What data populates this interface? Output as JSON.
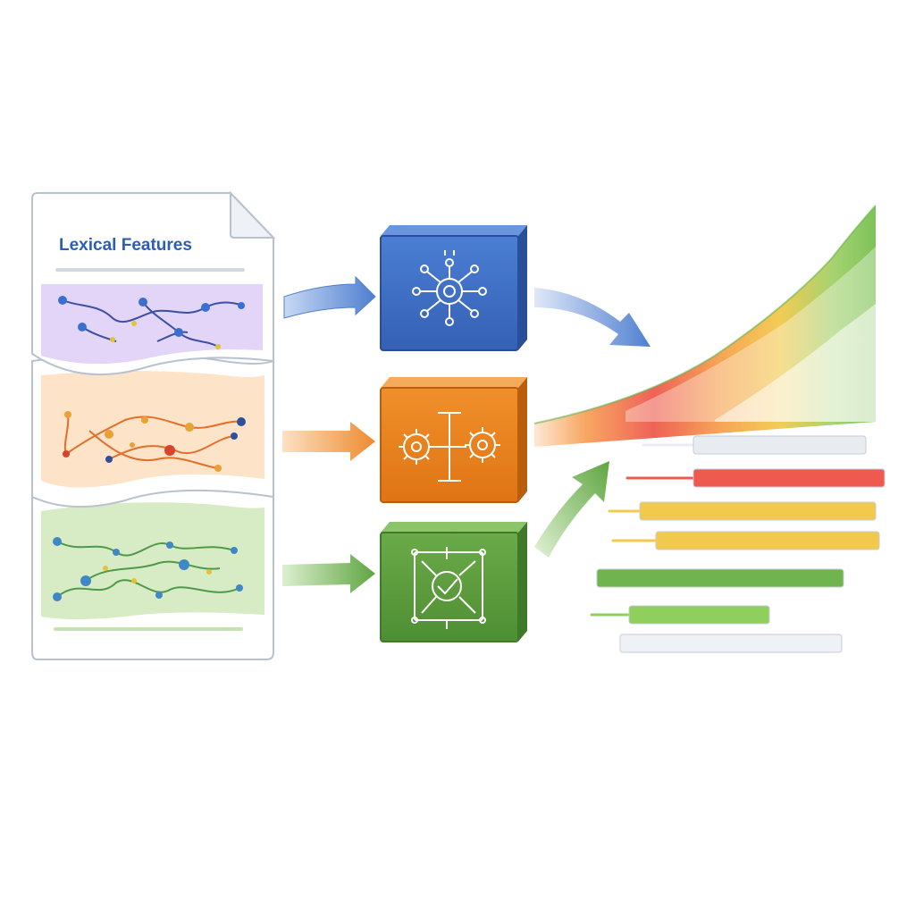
{
  "document": {
    "title": "Lexical Features"
  },
  "colors": {
    "blue": "#3f6fc4",
    "blue_dark": "#2a4f9a",
    "orange": "#e8821c",
    "orange_dark": "#b95e0c",
    "green": "#5e9f3f",
    "green_dark": "#3f7a2a",
    "lavender": "#e3d5f7",
    "peach": "#fde3c8",
    "mint": "#d7ecc4",
    "title_blue": "#2b5fb3",
    "red": "#ee5a4f",
    "yellow": "#f2c94c",
    "light_green": "#8fcf5c",
    "pale": "#eef2f6"
  },
  "icons": {
    "module_1": "network-hub-icon",
    "module_2": "gears-icon",
    "module_3": "target-check-icon"
  },
  "bars": [
    {
      "color": "#e8ecf1",
      "value": 0.77
    },
    {
      "color": "#ee5a4f",
      "value": 0.84
    },
    {
      "color": "#f2c94c",
      "value": 0.84
    },
    {
      "color": "#f2c94c",
      "value": 0.84
    },
    {
      "color": "#6fb44f",
      "value": 0.84
    },
    {
      "color": "#8fcf5c",
      "value": 0.66
    },
    {
      "color": "#eef2f6",
      "value": 0.77
    }
  ]
}
